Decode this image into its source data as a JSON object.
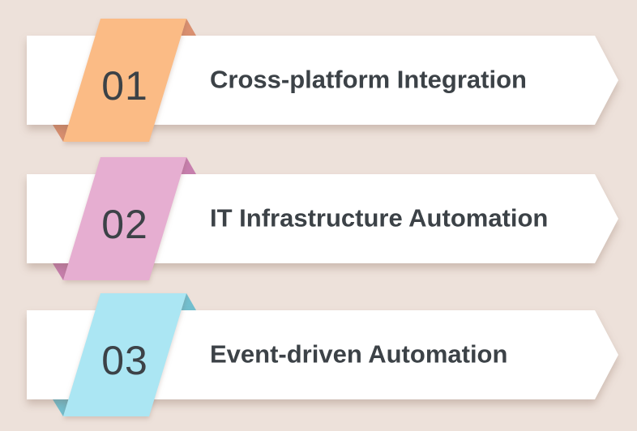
{
  "css_vars": {
    "--bg": "#EDE1DA",
    "--text": "#3C4247"
  },
  "bar_color": "#FFFFFF",
  "items": [
    {
      "number": "01",
      "title": "Cross-platform Integration",
      "badge_color": "#FBBB85",
      "fold_color": "#DA9070"
    },
    {
      "number": "02",
      "title": "IT Infrastructure Automation",
      "badge_color": "#E6AED1",
      "fold_color": "#C77FAE"
    },
    {
      "number": "03",
      "title": "Event-driven Automation",
      "badge_color": "#ABE6F3",
      "fold_color": "#72BFCF"
    }
  ]
}
